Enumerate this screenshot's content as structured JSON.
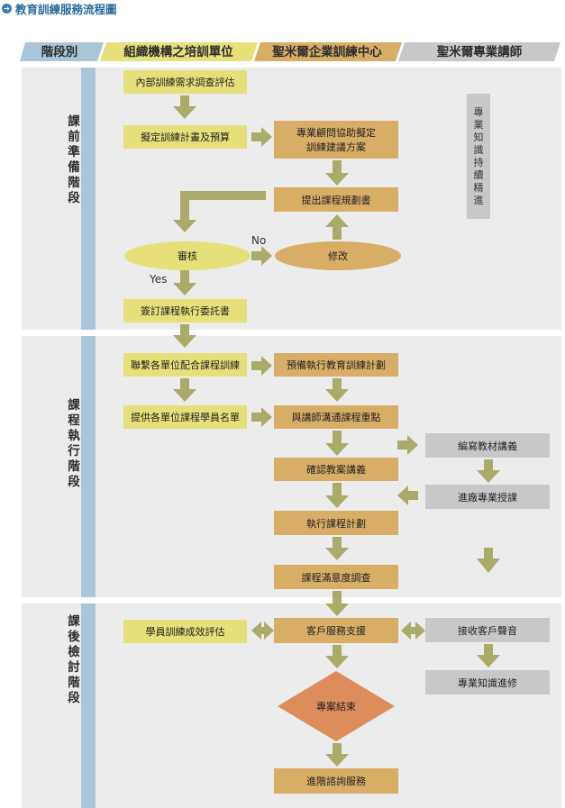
{
  "title": "教育訓練服務流程圖",
  "headers": [
    "階段別",
    "組織機構之培訓單位",
    "聖米爾企業訓練中心",
    "聖米爾專業講師"
  ],
  "stages": [
    {
      "label": "課前準備階段"
    },
    {
      "label": "課程執行階段"
    },
    {
      "label": "課後檢討階段"
    }
  ],
  "side_note": "專業知識持續精進",
  "boxes": {
    "b1": "內部訓練需求調查評估",
    "b2": "擬定訓練計畫及預算",
    "b3a": "專業顧問協助擬定",
    "b3b": "訓練建議方案",
    "b4": "提出課程規劃書",
    "review": "審核",
    "revise": "修改",
    "b5": "簽訂課程執行委託書",
    "b6": "聯繫各單位配合課程訓練",
    "b7": "預備執行教育訓練計劃",
    "b8": "提供各單位課程學員名單",
    "b9": "與講師溝通課程重點",
    "b10": "編寫教材講義",
    "b11": "確認教案講義",
    "b12": "進廠專業授課",
    "b13": "執行課程計劃",
    "b14": "課程滿意度調查",
    "b15": "學員訓練成效評估",
    "b16": "客戶服務支援",
    "b17": "接收客戶聲音",
    "b18": "專業知識進修",
    "end": "專案結束",
    "b19": "進階諮詢服務"
  },
  "labels": {
    "no": "No",
    "yes": "Yes"
  },
  "colors": {
    "gold": "#d8ad66",
    "yellow": "#e6e07a",
    "gray": "#c8c8c8",
    "arrow": "#aaaa6a",
    "panel": "#ececec",
    "stage": "#a9c6d8",
    "diamond": "#dd8c5c",
    "title": "#2a6aa0"
  }
}
